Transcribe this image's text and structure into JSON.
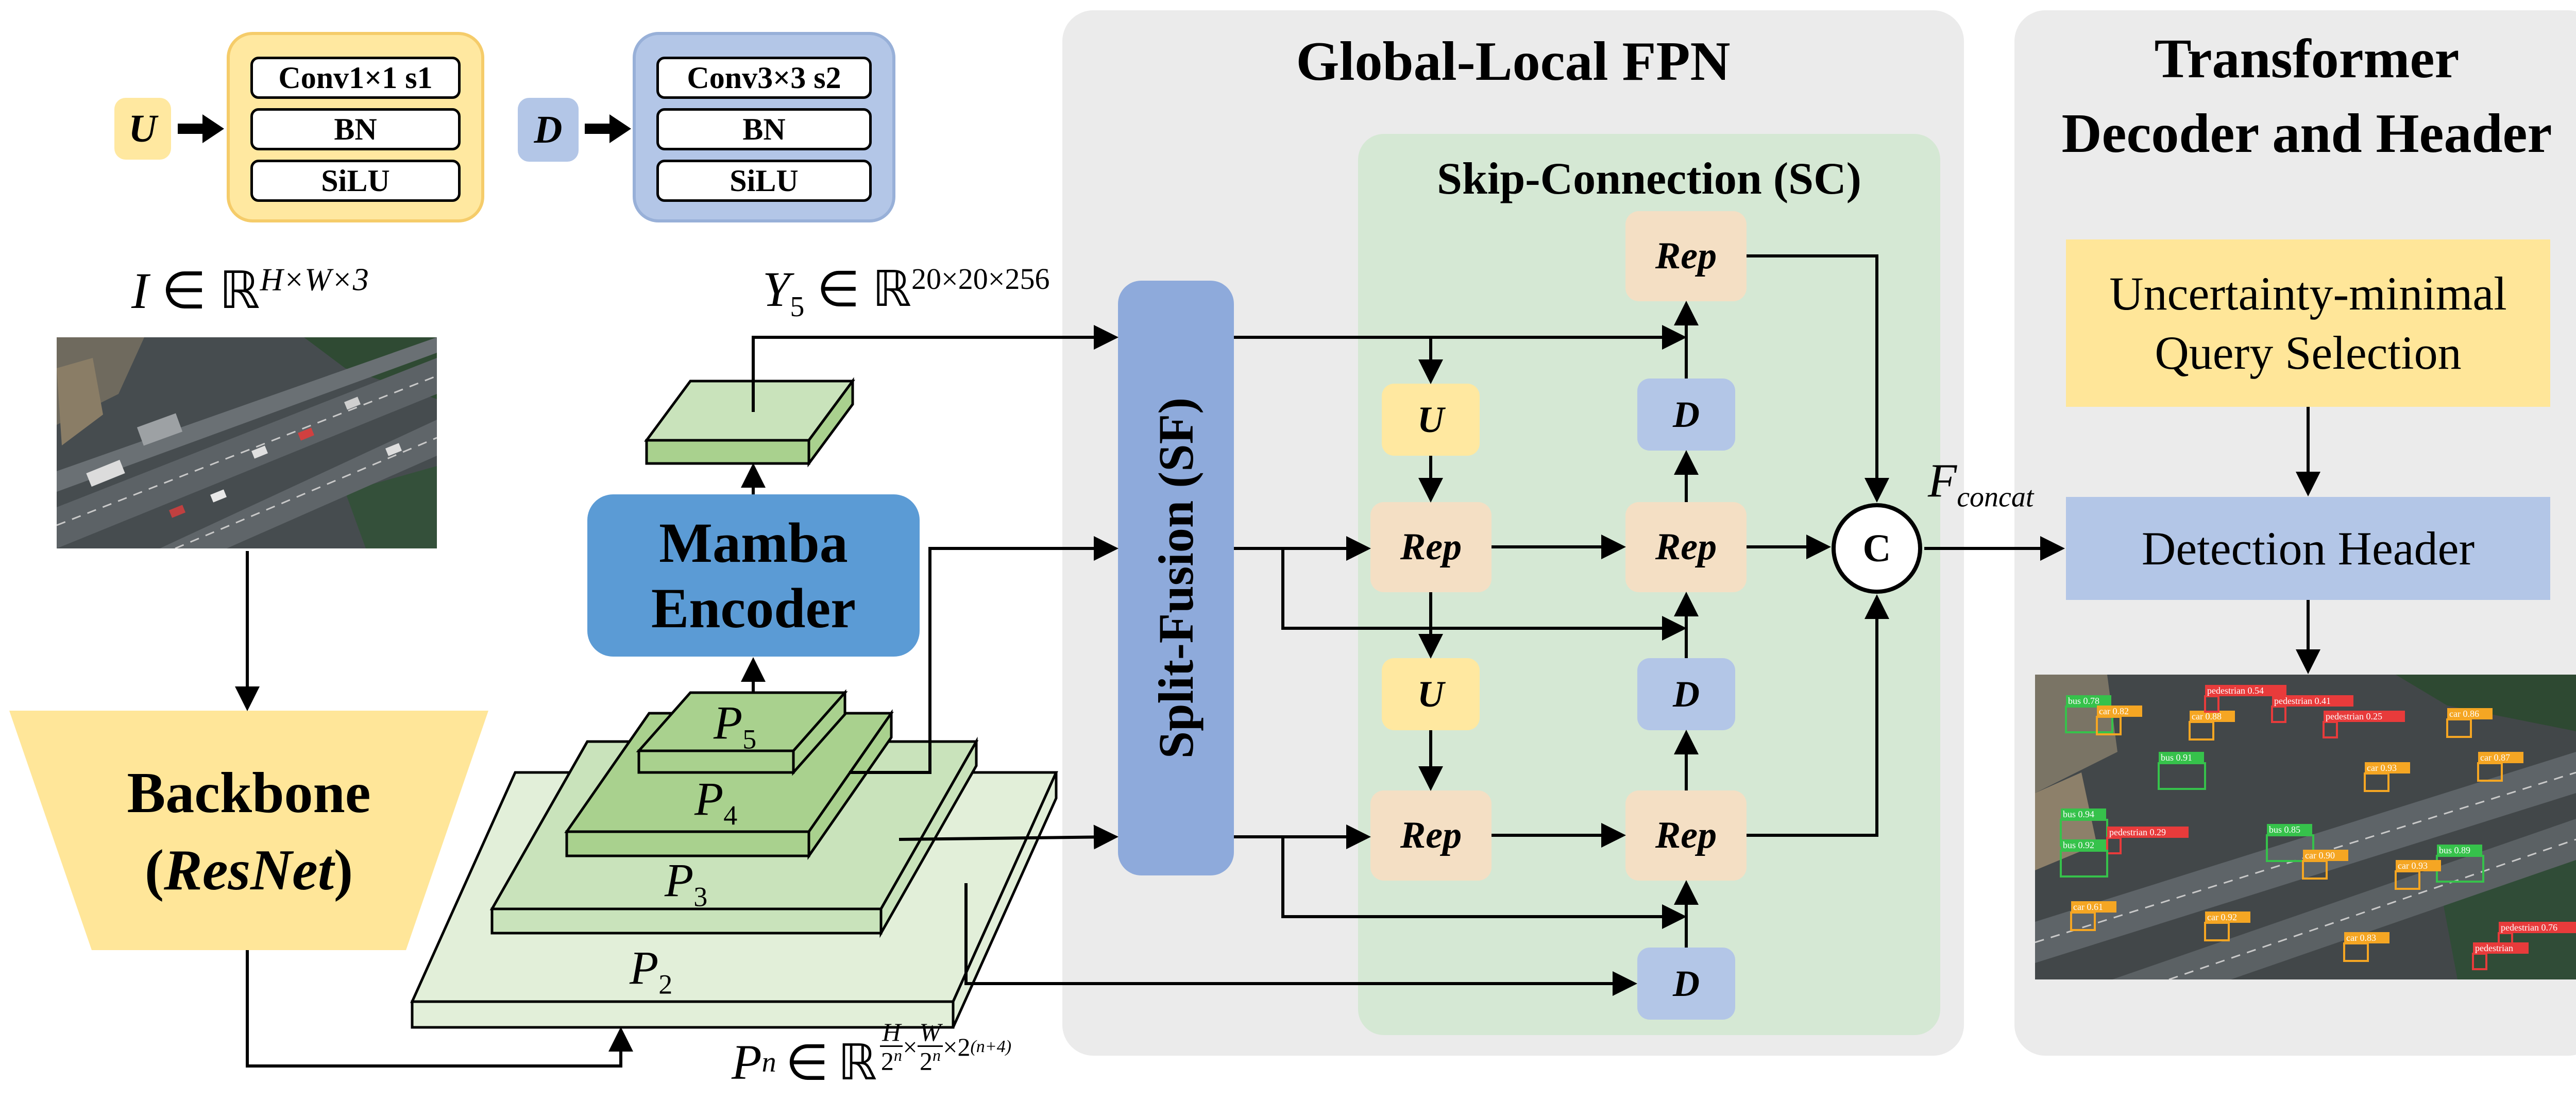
{
  "legend": {
    "u_label": "U",
    "u_rows": [
      "Conv1×1 s1",
      "BN",
      "SiLU"
    ],
    "d_label": "D",
    "d_rows": [
      "Conv3×3 s2",
      "BN",
      "SiLU"
    ]
  },
  "input": {
    "symbol": "I",
    "element_of": "∈",
    "set": "ℝ",
    "dims": "H×W×3",
    "image_alt": "aerial traffic scene"
  },
  "backbone": {
    "title": "Backbone",
    "open": "(",
    "name": "ResNet",
    "close": ")"
  },
  "encoder": {
    "line1": "Mamba",
    "line2": "Encoder"
  },
  "y5": {
    "symbol": "Y",
    "sub": "5",
    "element_of": "∈",
    "set": "ℝ",
    "dims": "20×20×256"
  },
  "pyramid": [
    {
      "symbol": "P",
      "sub": "5"
    },
    {
      "symbol": "P",
      "sub": "4"
    },
    {
      "symbol": "P",
      "sub": "3"
    },
    {
      "symbol": "P",
      "sub": "2"
    }
  ],
  "pn": {
    "symbol": "P",
    "sub": "n",
    "element_of": "∈",
    "set": "ℝ",
    "h": "H",
    "w": "W",
    "two": "2",
    "n": "n",
    "times": "×",
    "exp": "(n+4)"
  },
  "fpn": {
    "title": "Global-Local FPN",
    "sc_title": "Skip-Connection (SC)",
    "sf_label": "Split-Fusion (SF)",
    "rep": "Rep",
    "u": "U",
    "d": "D",
    "concat": "C"
  },
  "fconcat": {
    "symbol": "F",
    "sub": "concat"
  },
  "decoder": {
    "title_line1": "Transformer",
    "title_line2": "Decoder and Header",
    "query_line1": "Uncertainty-minimal",
    "query_line2": "Query Selection",
    "header": "Detection Header",
    "image_alt": "detection results on aerial traffic scene"
  },
  "detections": [
    "bus 0.78",
    "car 0.82",
    "car 0.88",
    "pedestrian 0.54",
    "pedestrian 0.41",
    "pedestrian 0.25",
    "car 0.86",
    "bus 0.91",
    "car 0.93",
    "car 0.87",
    "bus 0.94",
    "pedestrian 0.29",
    "bus 0.85",
    "bus 0.92",
    "car 0.90",
    "bus 0.89",
    "car 0.92",
    "pedestrian 0.76",
    "car 0.61",
    "car 0.93",
    "pedestrian",
    "car 0.83"
  ],
  "colors": {
    "yellow_fill": "#ffe8a0",
    "yellow_stroke": "#f5cc6a",
    "blue_fill": "#b3c6e7",
    "blue_dark": "#5b9bd5",
    "sf_fill": "#8eaadb",
    "green_light": "#c9e3bb",
    "green_mid": "#a9d18e",
    "green_pale": "#e2efd9",
    "panel_gray": "#ebebeb",
    "sc_green": "#d5e8d4",
    "rep_fill": "#f4dfc4",
    "car_box": "#f5a623",
    "bus_box": "#36c24b",
    "ped_box": "#e83b3b"
  }
}
